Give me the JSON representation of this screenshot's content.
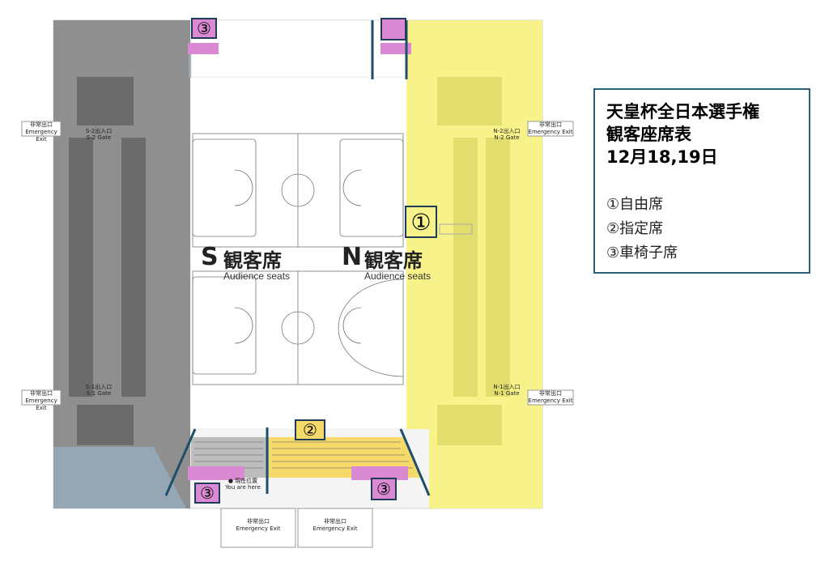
{
  "legend": {
    "title_line1": "天皇杯全日本選手権",
    "title_line2": "観客座席表",
    "title_line3": "12月18,19日",
    "items": [
      "①自由席",
      "②指定席",
      "③車椅子席"
    ]
  },
  "sections": {
    "south": {
      "letter": "S",
      "label": "観客席",
      "sub": "Audience seats"
    },
    "north": {
      "letter": "N",
      "label": "観客席",
      "sub": "Audience seats"
    }
  },
  "markers": {
    "free": "①",
    "reserved": "②",
    "wheelchair": "③"
  },
  "exits": {
    "label_ja": "非常出口",
    "label_en": "Emergency Exit"
  },
  "gates": {
    "s2": {
      "ja": "S-2出入口",
      "en": "S-2 Gate"
    },
    "s1": {
      "ja": "S-1出入口",
      "en": "S-1 Gate"
    },
    "n2": {
      "ja": "N-2出入口",
      "en": "N-2 Gate"
    },
    "n1": {
      "ja": "N-1出入口",
      "en": "N-1 Gate"
    }
  },
  "you_are_here": {
    "ja": "現在位置",
    "en": "You are here"
  },
  "colors": {
    "free": "#f6f37e",
    "reserved": "#f5d96b",
    "wheelchair": "#d98ad2",
    "south_gray": "#8d8d8d",
    "accent_line": "#1f4e6b"
  }
}
